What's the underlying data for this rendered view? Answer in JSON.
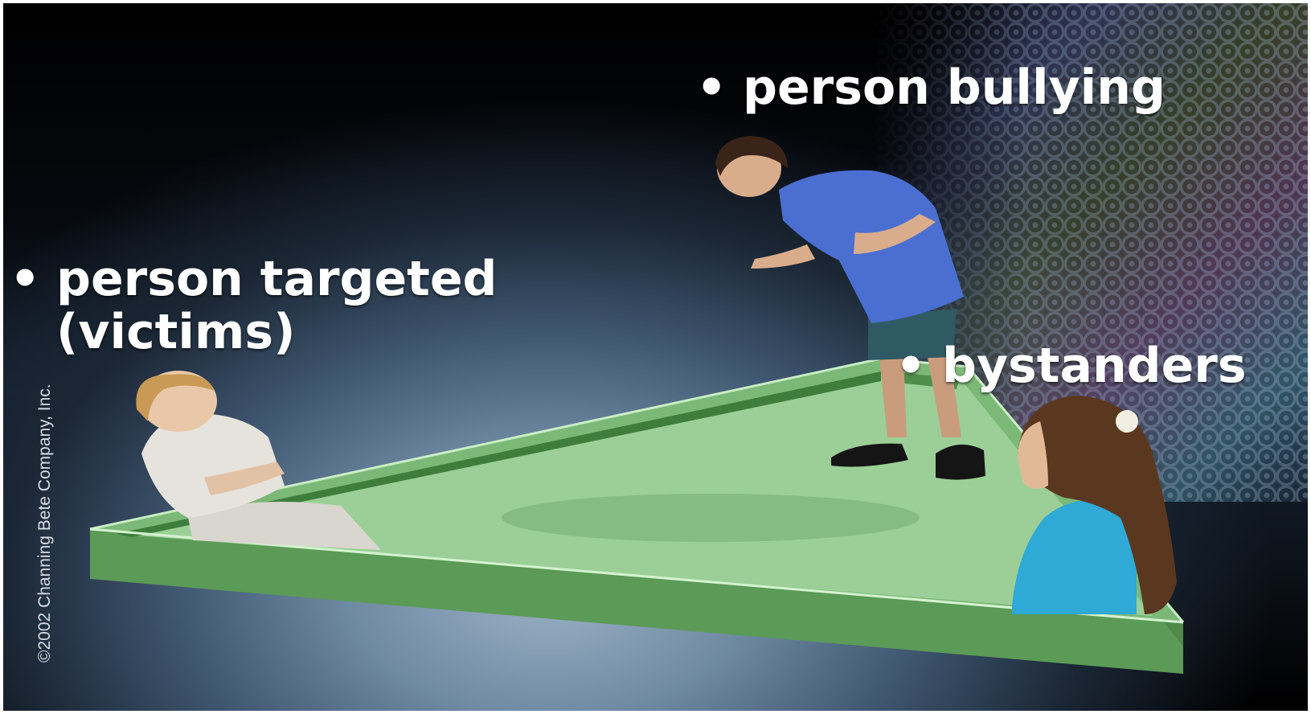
{
  "labels": {
    "bullet": "•",
    "bullying": "person bullying",
    "targeted_line1": "person targeted",
    "targeted_line2": "(victims)",
    "bystanders": "bystanders"
  },
  "copyright": "©2002 Channing Bete Company, Inc.",
  "colors": {
    "platform_top": "#8dc08a",
    "platform_rim": "#6fae6a",
    "text": "#ffffff",
    "bully_shirt": "#4a6fd1",
    "victim_shirt": "#e6e3dc",
    "bystander_shirt": "#2fa9d6"
  }
}
